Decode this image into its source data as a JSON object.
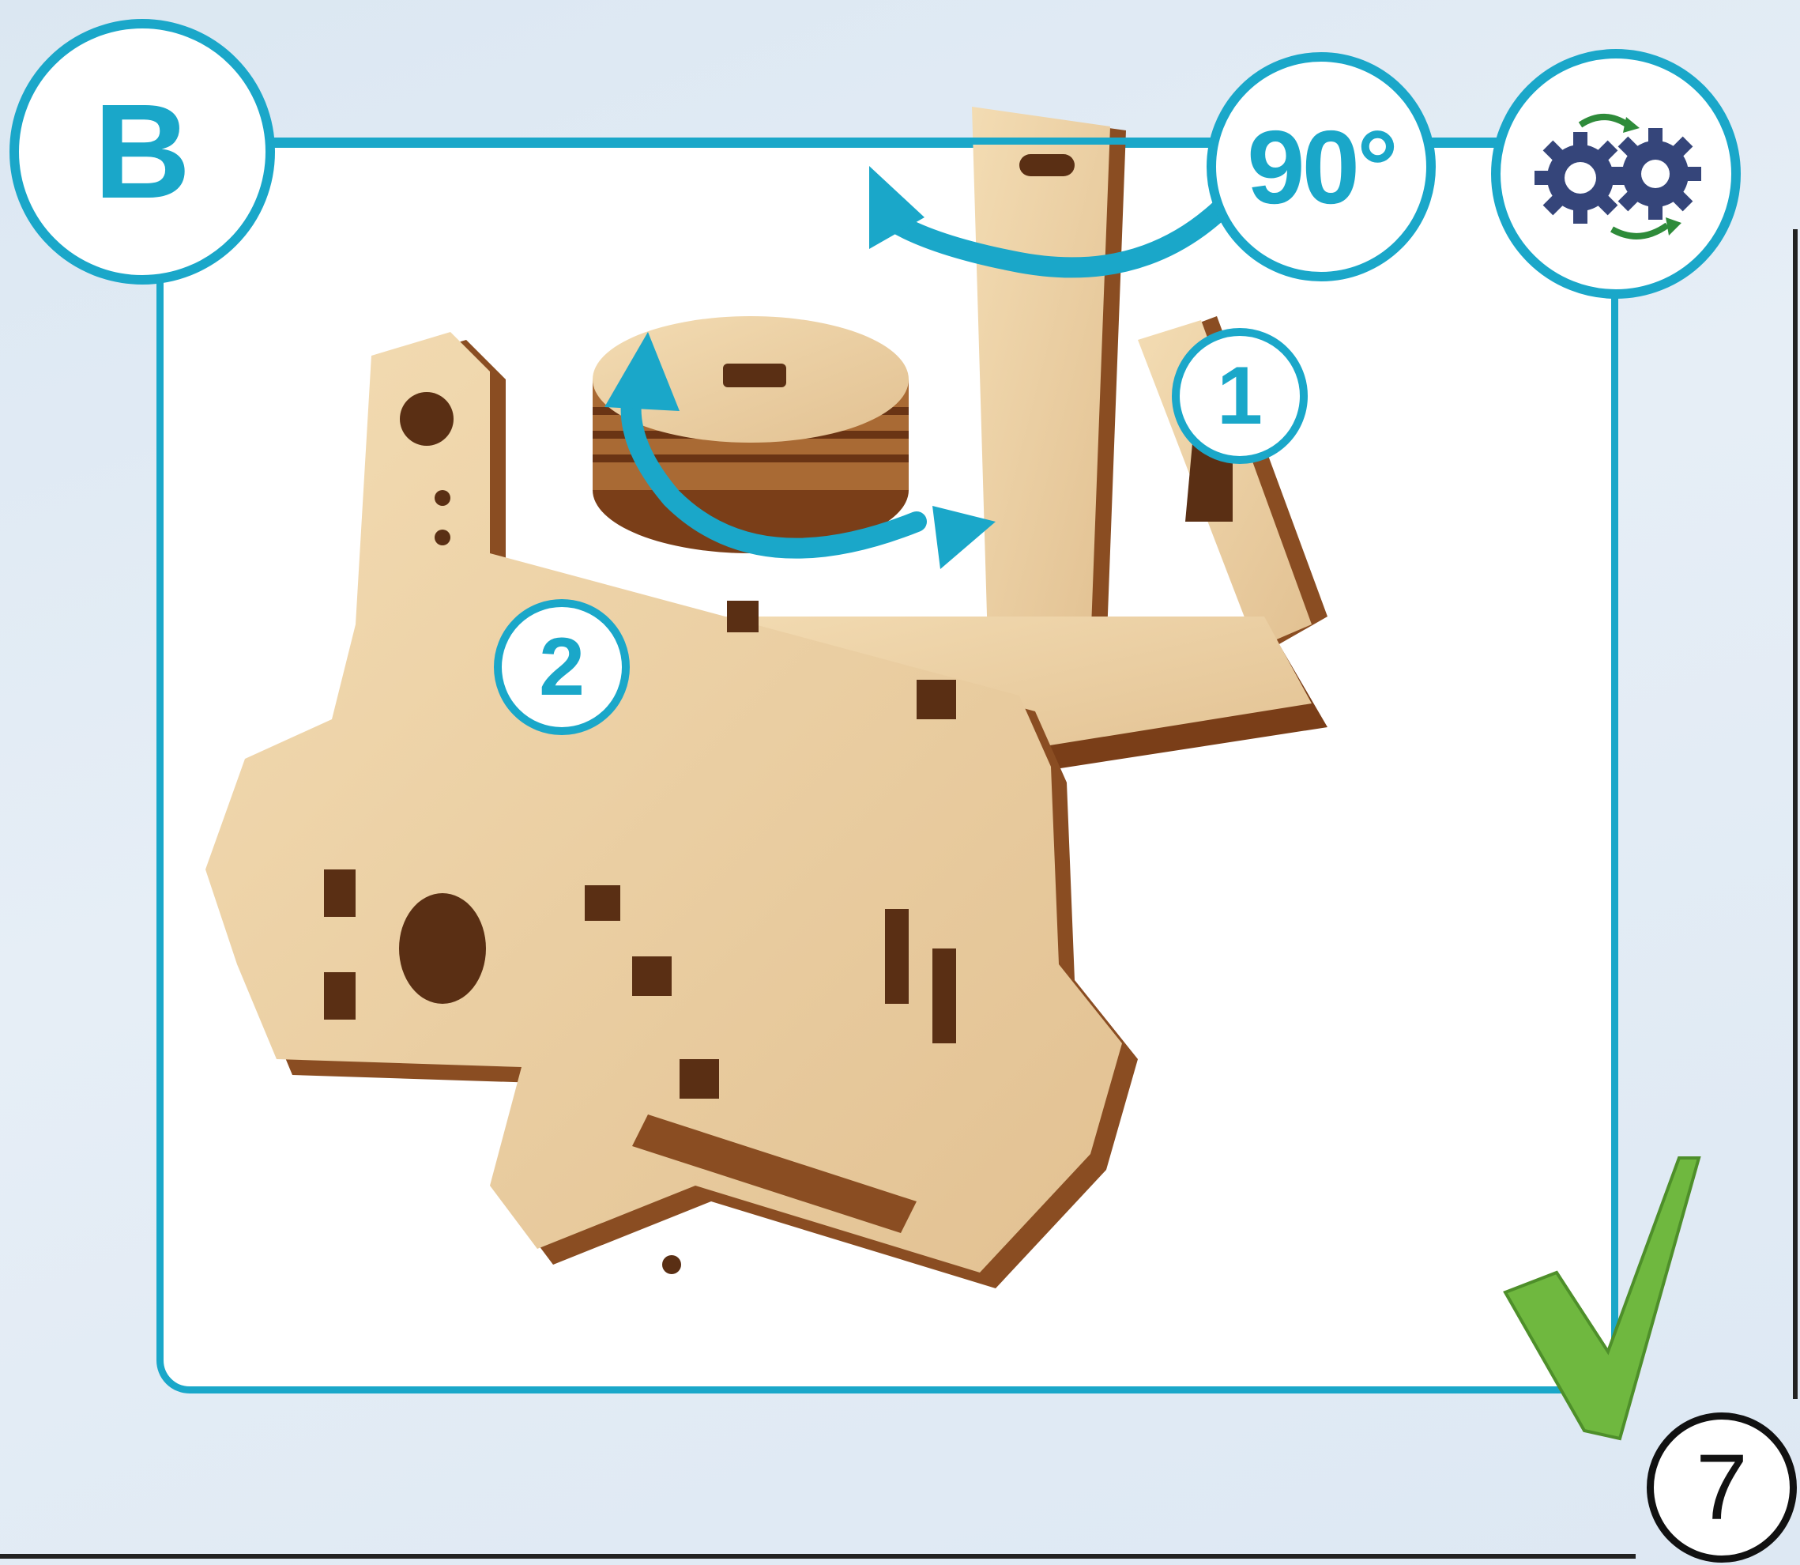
{
  "step": {
    "label": "B"
  },
  "rotation": {
    "angle_label": "90°"
  },
  "badges": {
    "gear_icon": "rotate-gears-icon"
  },
  "callouts": {
    "first": "1",
    "second": "2"
  },
  "page": {
    "number": "7"
  },
  "colors": {
    "accent": "#1aa7c9",
    "wood_light": "#ecd1a6",
    "wood_dark": "#8a4d22",
    "check_green": "#6fb83f",
    "gear_blue": "#35457a"
  }
}
